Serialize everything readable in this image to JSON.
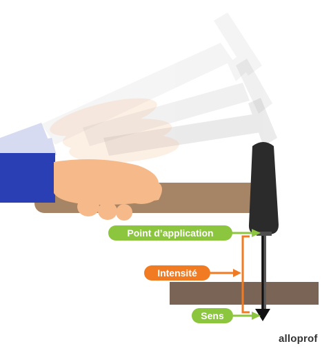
{
  "labels": {
    "point_application": "Point d’application",
    "intensite": "Intensité",
    "sens": "Sens"
  },
  "brand": "alloprof",
  "colors": {
    "label_green": "#8cc63e",
    "label_orange": "#f07b22",
    "sleeve_blue": "#2a3fb3",
    "skin": "#f5b98a",
    "handle_brown": "#a68466",
    "hammer_head": "#2b2b2b",
    "board_brown": "#7a6455",
    "force_arrow": "#111111"
  }
}
